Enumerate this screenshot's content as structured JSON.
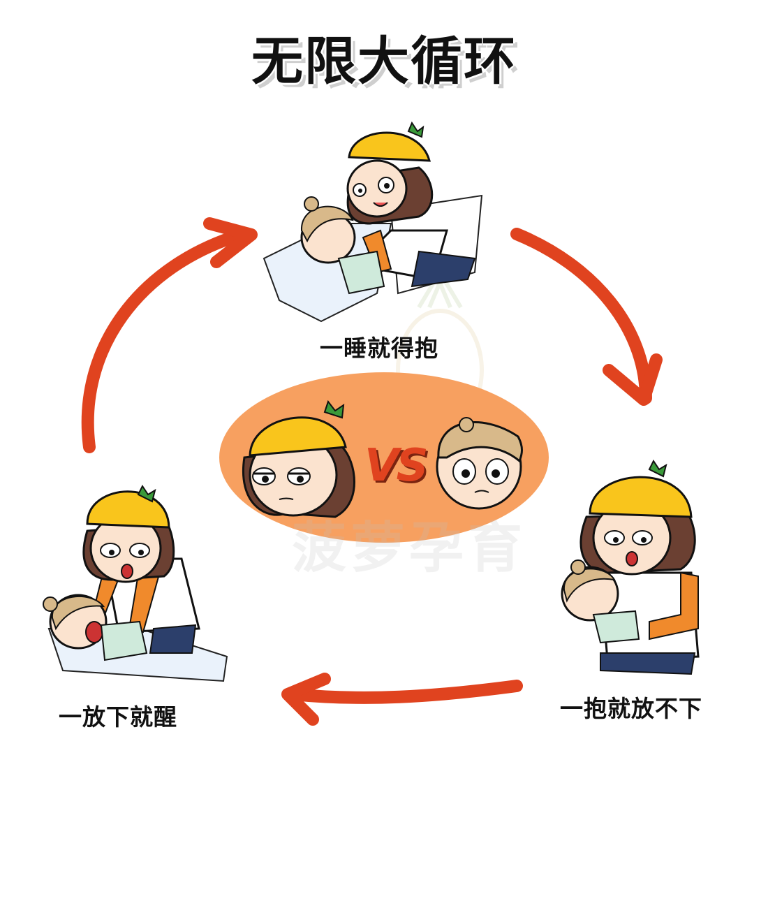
{
  "title": "无限大循环",
  "captions": {
    "top": "一睡就得抱",
    "right": "一抱就放不下",
    "left": "一放下就醒"
  },
  "center": {
    "vs_label": "VS"
  },
  "watermark": "菠萝孕育",
  "colors": {
    "arrow": "#e0431f",
    "ellipse": "#f7a060",
    "hat": "#f9c51c",
    "hair": "#6b4032",
    "sleeve": "#f08a2c"
  }
}
